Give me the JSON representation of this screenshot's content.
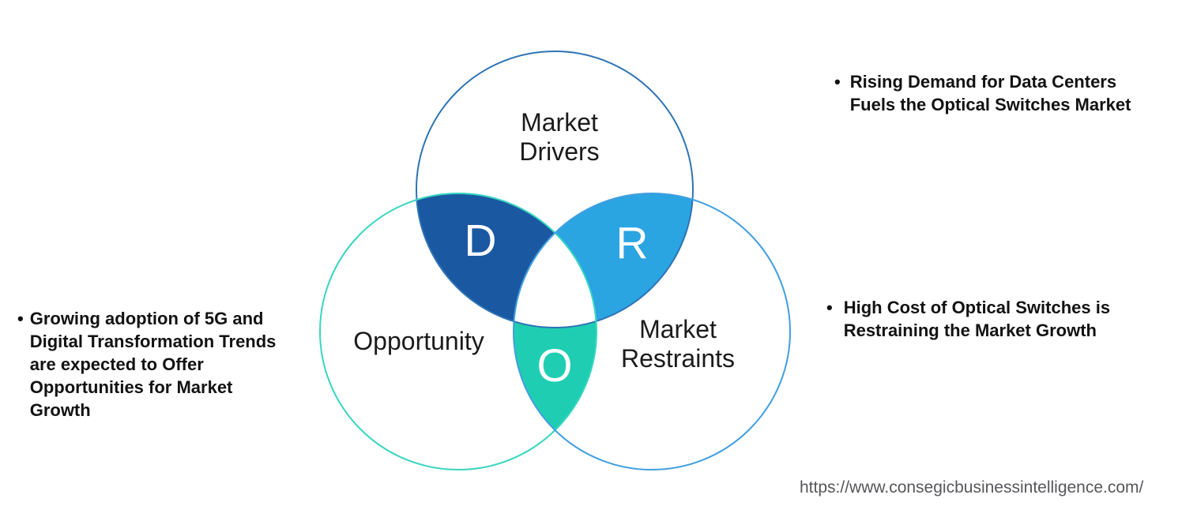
{
  "page": {
    "background": "#ffffff"
  },
  "venn": {
    "circles": {
      "drivers": {
        "label": "Market\nDrivers",
        "outline_color": "#2e74b5"
      },
      "opportunity": {
        "label": "Opportunity",
        "outline_color": "#38d6c0"
      },
      "restraints": {
        "label": "Market\nRestraints",
        "outline_color": "#419fe0"
      }
    },
    "regions": {
      "d": {
        "letter": "D",
        "color": "#1a58a2"
      },
      "r": {
        "letter": "R",
        "color": "#2ba4e2"
      },
      "o": {
        "letter": "O",
        "color": "#1fceb2"
      }
    },
    "triple_overlap_color": "#ffffff"
  },
  "bullets": {
    "left": {
      "marker": "•",
      "text": "Growing adoption of 5G and\nDigital Transformation Trends\nare expected to Offer\nOpportunities for Market\nGrowth"
    },
    "top_right": {
      "marker": "•",
      "text": "Rising Demand for Data Centers\nFuels the Optical Switches Market"
    },
    "bottom_right": {
      "marker": "•",
      "text": "High Cost of Optical Switches is\nRestraining the Market Growth"
    }
  },
  "footer": {
    "url": "https://www.consegicbusinessintelligence.com/"
  }
}
